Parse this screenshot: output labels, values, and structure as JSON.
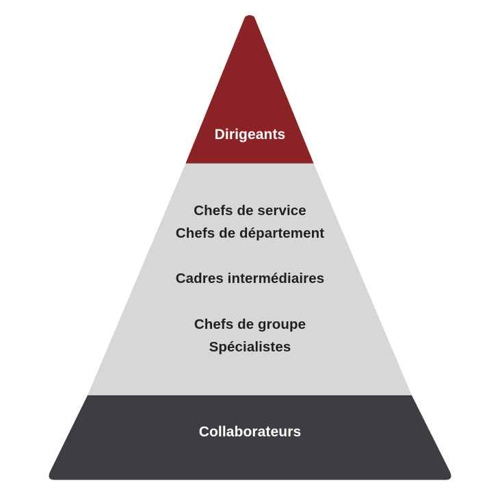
{
  "diagram": {
    "type": "pyramid",
    "title": "",
    "background_color": "#ffffff",
    "levels": [
      {
        "id": "dirigeants",
        "position": "top",
        "fill": "#8B2226",
        "text_color": "#ffffff",
        "lines": [
          "Dirigeants"
        ]
      },
      {
        "id": "cadres",
        "position": "middle",
        "fill": "#D6D7D9",
        "text_color": "#231f20",
        "groups": [
          {
            "id": "chefs-service",
            "lines": [
              "Chefs de service",
              "Chefs de département"
            ]
          },
          {
            "id": "cadres-intermediaires",
            "lines": [
              "Cadres intermédiaires"
            ]
          },
          {
            "id": "chefs-groupe",
            "lines": [
              "Chefs de groupe",
              "Spécialistes"
            ]
          }
        ]
      },
      {
        "id": "collaborateurs",
        "position": "base",
        "fill": "#3E3E42",
        "text_color": "#ffffff",
        "lines": [
          "Collaborateurs"
        ]
      }
    ]
  },
  "labels": {
    "top": "Dirigeants",
    "middle_a_line1": "Chefs de service",
    "middle_a_line2": "Chefs de département",
    "middle_b_line1": "Cadres intermédiaires",
    "middle_c_line1": "Chefs de groupe",
    "middle_c_line2": "Spécialistes",
    "base": "Collaborateurs"
  },
  "colors": {
    "top_fill": "#8B2226",
    "middle_fill": "#D6D7D9",
    "base_fill": "#3E3E42",
    "light_text": "#ffffff",
    "dark_text": "#231f20",
    "page_background": "#ffffff"
  }
}
